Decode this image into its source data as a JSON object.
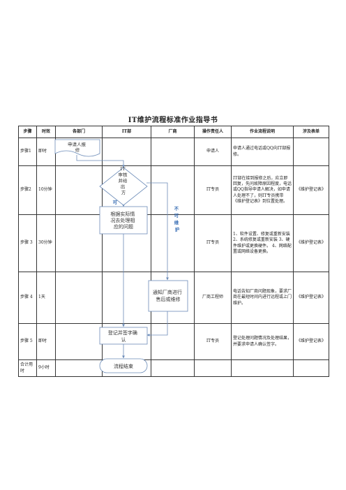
{
  "title": "IT维护流程标准作业指导书",
  "headers": [
    "步骤",
    "时效",
    "各部门",
    "IT部",
    "厂商",
    "操作责任人",
    "作业流程说明",
    "涉及表单"
  ],
  "rows": [
    {
      "step": "步骤1",
      "dur": "即时",
      "resp": "申请人",
      "desc": "申请人通过电话或QQ向IT部报修。",
      "form": ""
    },
    {
      "step": "步骤2",
      "dur": "10分钟",
      "resp": "IT专员",
      "desc": "IT部在接到报修之后，应立即回复，先问故障原因程度，电话或QQ指导申请人解决，如申请人处理不了，则IT专员携带《维护登记表》到位置处理。",
      "form": "《维护登记表》"
    },
    {
      "step": "步骤 3",
      "dur": "30分钟",
      "resp": "IT专员",
      "desc": "1、软件设置、修复或重新安装 2、系统修复或重新安装 3、硬件维护或更换硬件。 4、网络配置或网络设备更换。",
      "form": "《维护登记表》"
    },
    {
      "step": "步骤 4",
      "dur": "1天",
      "resp": "厂商工程师",
      "desc": "电话告知厂商问题现象，要求厂商在最短时间内进行远程或上门维护。",
      "form": "《维护登记表》"
    },
    {
      "step": "步骤 5",
      "dur": "即时",
      "resp": "IT专员",
      "desc": "登记处理问题情况及处理结果，并要求申请人确认签字。",
      "form": "《维护登记表》"
    },
    {
      "step": "合计用时",
      "dur": "9小时",
      "resp": "",
      "desc": "",
      "form": ""
    }
  ],
  "flow": {
    "apply": "申请人报修",
    "judge": "IT审核并给出方案",
    "can_fix": "可维护",
    "cannot_fix": "不可维护",
    "handle": "根据实际情况去处理相应的问题",
    "vendor": "通知厂商进行售后或维修",
    "register": "登记并签字确认",
    "end": "流程结束"
  }
}
